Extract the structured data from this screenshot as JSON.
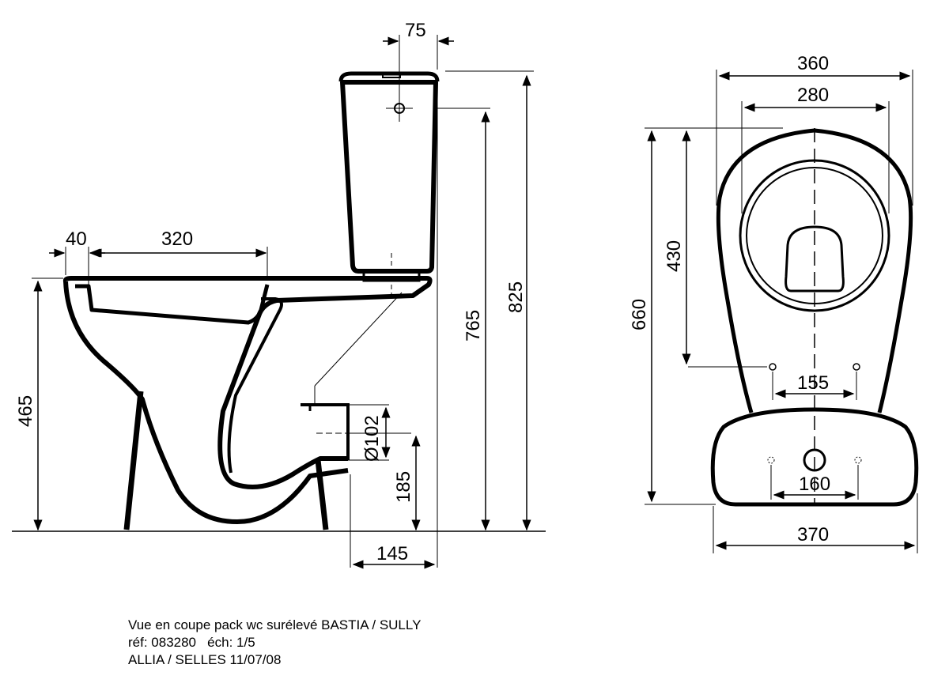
{
  "side_view": {
    "dims": {
      "d75": "75",
      "d40": "40",
      "d320": "320",
      "d465": "465",
      "d765": "765",
      "d825": "825",
      "d102": "Ø102",
      "d185": "185",
      "d145": "145"
    }
  },
  "top_view": {
    "dims": {
      "d360": "360",
      "d280": "280",
      "d430": "430",
      "d660": "660",
      "d155": "155",
      "d160": "160",
      "d370": "370"
    }
  },
  "caption": {
    "line1": "Vue en coupe pack wc surélevé BASTIA / SULLY",
    "line2": "réf: 083280   éch: 1/5",
    "line3": "ALLIA / SELLES 11/07/08"
  }
}
